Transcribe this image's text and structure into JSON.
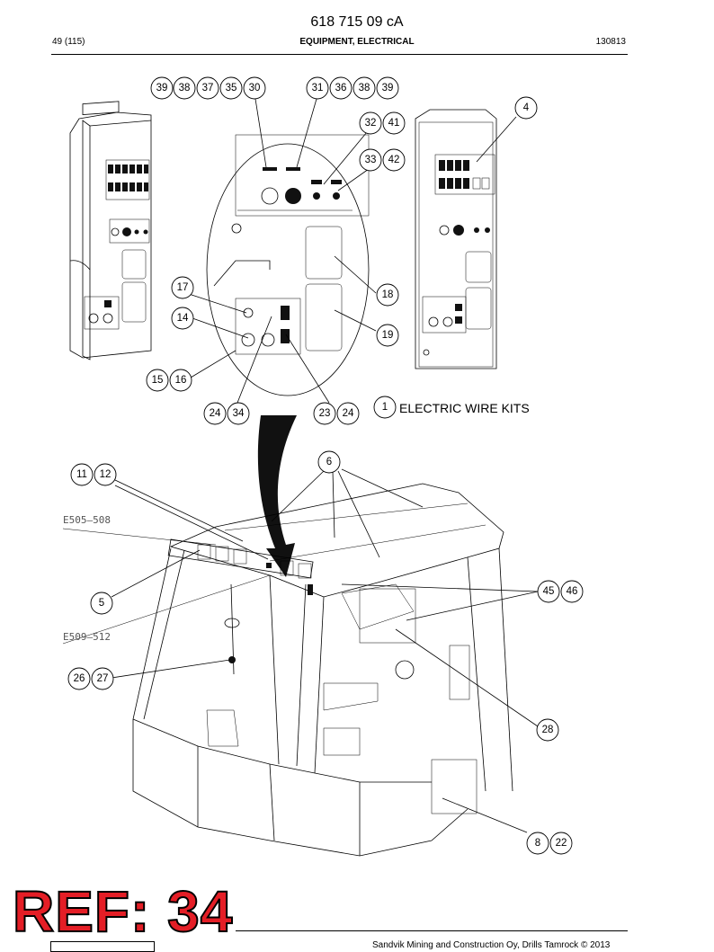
{
  "header": {
    "doc_number": "618 715 09 cA",
    "page": "49 (115)",
    "section_title": "EQUIPMENT, ELECTRICAL",
    "date_code": "130813"
  },
  "callouts": {
    "c39a": "39",
    "c38a": "38",
    "c37": "37",
    "c35": "35",
    "c30": "30",
    "c31": "31",
    "c36": "36",
    "c38b": "38",
    "c39b": "39",
    "c32": "32",
    "c41": "41",
    "c33": "33",
    "c42": "42",
    "c4": "4",
    "c17": "17",
    "c14": "14",
    "c15": "15",
    "c16": "16",
    "c18": "18",
    "c19": "19",
    "c24a": "24",
    "c34": "34",
    "c23": "23",
    "c24b": "24",
    "c1": "1",
    "c6": "6",
    "c11": "11",
    "c12": "12",
    "c5": "5",
    "c45": "45",
    "c46": "46",
    "c26": "26",
    "c27": "27",
    "c28": "28",
    "c8": "8",
    "c22": "22"
  },
  "labels": {
    "wire_kits": "ELECTRIC WIRE KITS",
    "e505": "E505–508",
    "e509": "E509–512"
  },
  "footer": {
    "ref_stamp": "REF: 34",
    "copyright": "Sandvik Mining and Construction Oy, Drills Tamrock © 2013"
  }
}
